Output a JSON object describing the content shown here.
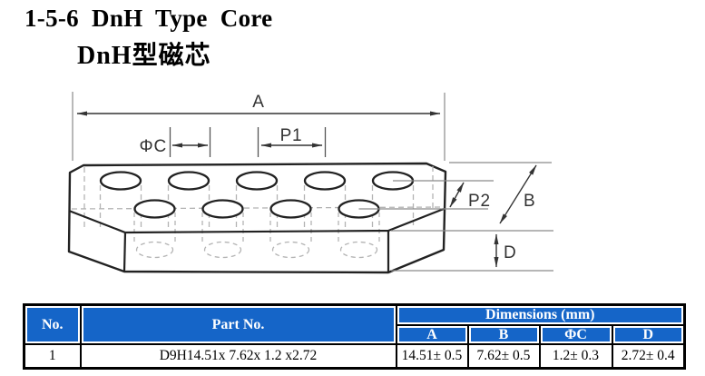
{
  "page": {
    "title_line1": "1-5-6 DnH Type Core",
    "title_line2": "DnH型磁芯"
  },
  "diagram": {
    "description": "Oblique line drawing of DnH multi-hole core with dimension callouts",
    "labels": {
      "overall_length": "A",
      "hole_diameter": "ΦC",
      "pitch1": "P1",
      "pitch2": "P2",
      "width": "B",
      "thickness": "D"
    }
  },
  "table": {
    "headers": {
      "no": "No.",
      "part": "Part No.",
      "dims_group": "Dimensions (mm)",
      "dims": [
        "A",
        "B",
        "ΦC",
        "D"
      ]
    },
    "rows": [
      {
        "no": "1",
        "part": "D9H14.51x 7.62x 1.2 x2.72",
        "dims": [
          "14.51± 0.5",
          "7.62± 0.5",
          "1.2± 0.3",
          "2.72± 0.4"
        ]
      }
    ]
  },
  "colors": {
    "header_blue": "#1565c8",
    "header_text": "#ffffff",
    "table_border": "#000000",
    "outline": "#222222",
    "dimension_line": "#333333",
    "hidden_line": "#b0b0b0",
    "reference_line": "#8a8a8a"
  }
}
